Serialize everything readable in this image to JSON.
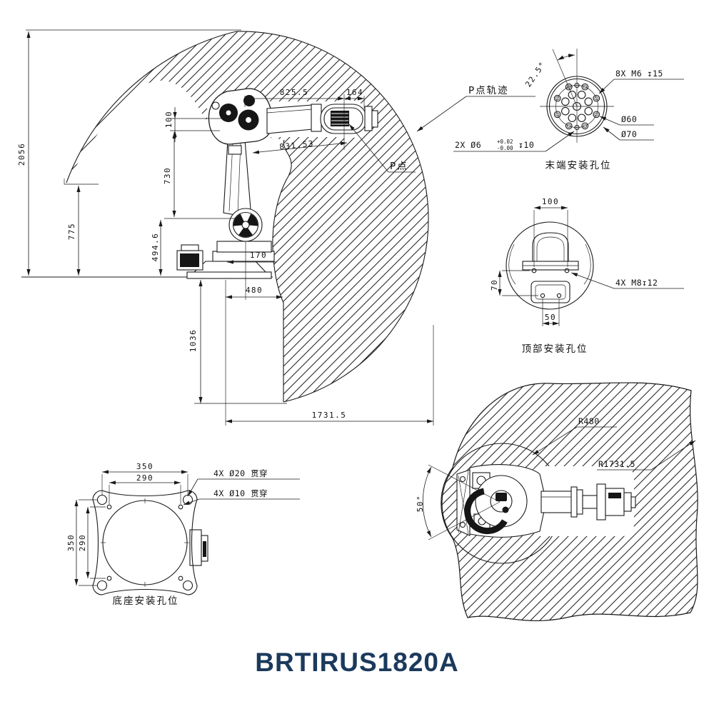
{
  "title": "BRTIRUS1820A",
  "main_view": {
    "dims": {
      "total_height": "2056",
      "arc_bottom_height": "775",
      "lower_arm": "730",
      "wrist_drop": "100",
      "j2_height": "494.6",
      "upper_arm_reach": "825.5",
      "flange_offset": "164",
      "p_radius": "831.53",
      "j2_setback": "170",
      "base_clearance": "480",
      "lower_sweep": "1036",
      "max_reach": "1731.5"
    },
    "labels": {
      "p_trajectory": "P点轨迹",
      "p_point": "P点"
    }
  },
  "flange_detail": {
    "title": "末端安装孔位",
    "angle": "22.5°",
    "thread_note": "8X M6 ↧15",
    "bolt_circle": "Ø60",
    "flange_dia": "Ø70",
    "dowel_note": "2X Ø6",
    "tol_plus": "+0.02",
    "tol_minus": "-0.00",
    "dowel_depth": "↧10"
  },
  "top_mount_detail": {
    "title": "顶部安装孔位",
    "width": "100",
    "height": "70",
    "width2": "50",
    "thread_note": "4X  M8↧12"
  },
  "base_detail": {
    "title": "底座安装孔位",
    "outer_h": "350",
    "inner_h": "290",
    "outer_v": "350",
    "inner_v": "290",
    "through_20": "4X  Ø20  贯穿",
    "through_10": "4X  Ø10  贯穿"
  },
  "top_view": {
    "inner_radius": "R480",
    "outer_radius": "R1731.5",
    "dead_angle": "50°"
  }
}
